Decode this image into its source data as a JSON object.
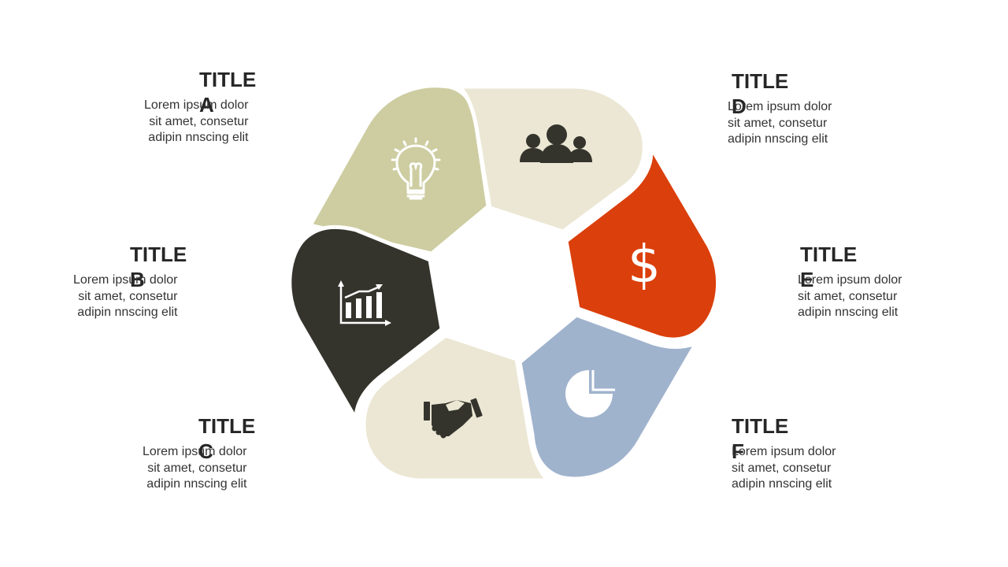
{
  "segments": [
    {
      "id": "A",
      "title": "TITLE",
      "letter": "A",
      "lines": [
        "Lorem ipsum dolor",
        "sit amet, consetur",
        "adipin nnscing elit"
      ],
      "color": "#cdcda1",
      "icon": "lightbulb-icon"
    },
    {
      "id": "B",
      "title": "TITLE",
      "letter": "B",
      "lines": [
        "Lorem ipsum dolor",
        "sit amet, consetur",
        "adipin nnscing elit"
      ],
      "color": "#34342d",
      "icon": "growth-chart-icon"
    },
    {
      "id": "C",
      "title": "TITLE",
      "letter": "C",
      "lines": [
        "Lorem ipsum dolor",
        "sit amet, consetur",
        "adipin nnscing elit"
      ],
      "color": "#ebe7d4",
      "icon": "handshake-icon"
    },
    {
      "id": "D",
      "title": "TITLE",
      "letter": "D",
      "lines": [
        "Lorem ipsum dolor",
        "sit amet, consetur",
        "adipin nnscing elit"
      ],
      "color": "#ebe7d4",
      "icon": "people-icon"
    },
    {
      "id": "E",
      "title": "TITLE",
      "letter": "E",
      "lines": [
        "Lorem ipsum dolor",
        "sit amet, consetur",
        "adipin nnscing elit"
      ],
      "color": "#db3f0b",
      "icon": "dollar-icon"
    },
    {
      "id": "F",
      "title": "TITLE",
      "letter": "F",
      "lines": [
        "Lorem ipsum dolor",
        "sit amet, consetur",
        "adipin nnscing elit"
      ],
      "color": "#a0b3cd",
      "icon": "pie-chart-icon"
    }
  ]
}
